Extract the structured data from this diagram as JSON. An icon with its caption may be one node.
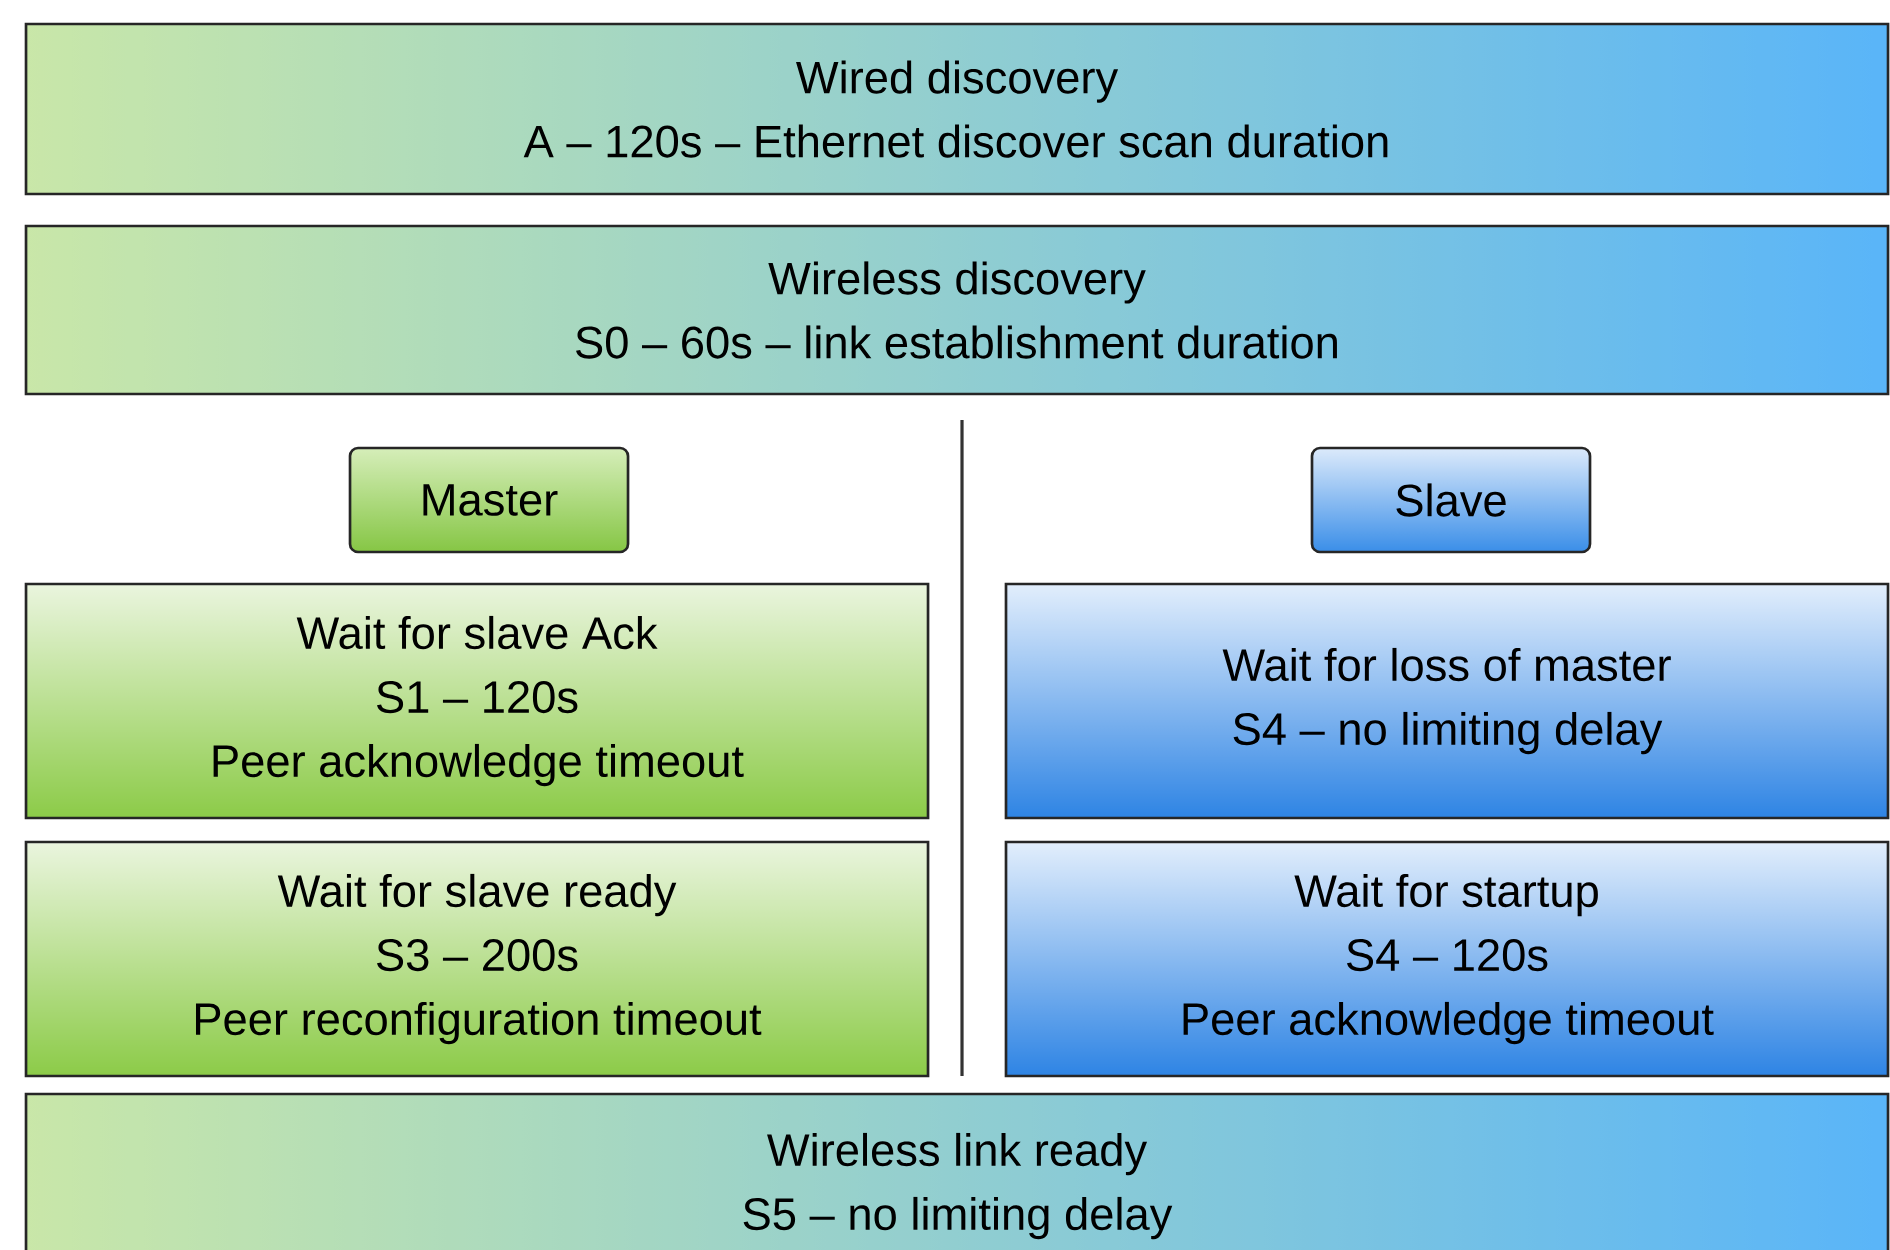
{
  "diagram": {
    "nodes": [
      {
        "text": [
          "Wired discovery",
          "A – 120s – Ethernet discover scan duration"
        ]
      },
      {
        "text": [
          "Wireless discovery",
          "S0 – 60s – link establishment duration"
        ]
      },
      {
        "text": [
          "Master"
        ]
      },
      {
        "text": [
          "Slave"
        ]
      },
      {
        "text": [
          "Wait for slave Ack",
          "S1 – 120s",
          "Peer acknowledge timeout"
        ]
      },
      {
        "text": [
          "Wait for loss of master",
          "S4 – no limiting delay"
        ]
      },
      {
        "text": [
          "Wait for slave ready",
          "S3 – 200s",
          "Peer reconfiguration timeout"
        ]
      },
      {
        "text": [
          "Wait for startup",
          "S4 – 120s",
          "Peer acknowledge timeout"
        ]
      },
      {
        "text": [
          "Wireless link ready",
          "S5 – no limiting delay"
        ]
      }
    ]
  }
}
